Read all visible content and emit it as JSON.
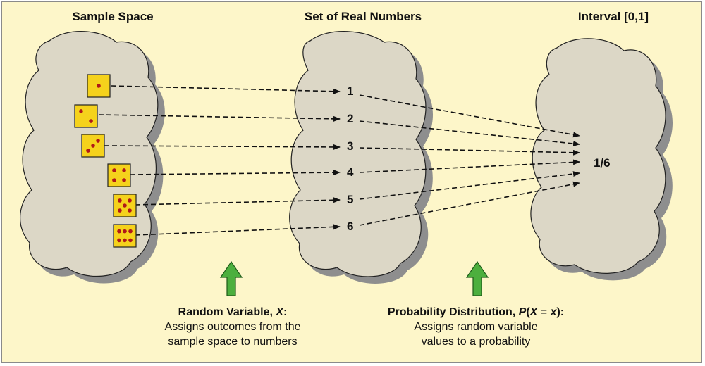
{
  "headings": {
    "sample_space": "Sample Space",
    "real_numbers": "Set of Real Numbers",
    "interval": "Interval [0,1]"
  },
  "dice_faces": [
    1,
    2,
    3,
    4,
    5,
    6
  ],
  "numbers": [
    "1",
    "2",
    "3",
    "4",
    "5",
    "6"
  ],
  "probability_value": "1/6",
  "captions": {
    "random_variable": {
      "title_prefix": "Random Variable, ",
      "title_symbol": "X",
      "title_suffix": ":",
      "line1": "Assigns outcomes from the",
      "line2": "sample space to numbers"
    },
    "probability_distribution": {
      "title_prefix": "Probability Distribution, ",
      "title_p": "P",
      "title_open": "(",
      "title_x_upper": "X",
      "title_equals": " = ",
      "title_x_lower": "x",
      "title_close": "):",
      "line1": "Assigns random variable",
      "line2": "values to a probability"
    }
  },
  "colors": {
    "background": "#fdf6c9",
    "cloud_fill": "#dcd7c6",
    "cloud_shadow": "#8e8e8e",
    "die_fill": "#f5d21c",
    "pip": "#b01818",
    "arrow_up": "#4caf3e"
  }
}
